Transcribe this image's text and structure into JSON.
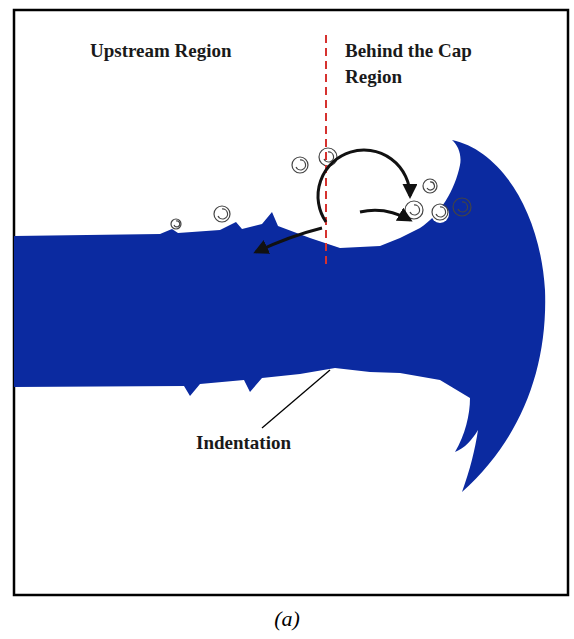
{
  "diagram": {
    "caption": "(a)",
    "labels": [
      "Upstream Region",
      "Behind the Cap Region",
      "Indentation"
    ]
  }
}
